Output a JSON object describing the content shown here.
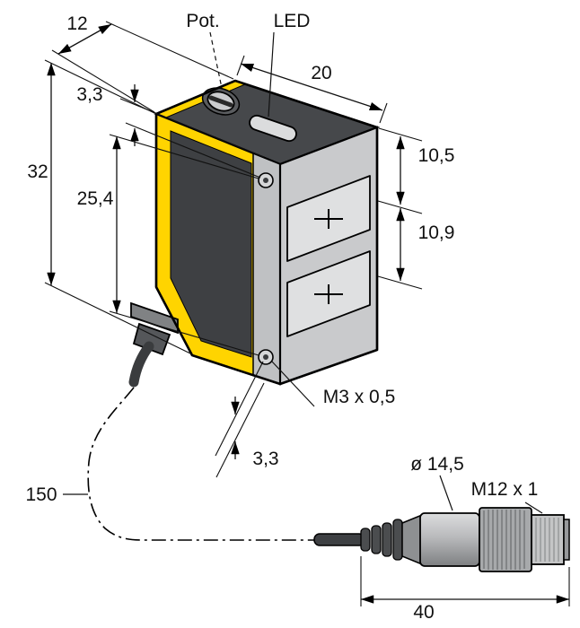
{
  "colors": {
    "housing_yellow": "#FFD400",
    "housing_dark": "#3E4043",
    "top_face_gray": "#46484B",
    "face_gray": "#C9CACC",
    "window_gray": "#DFE0E1",
    "metal_gray": "#A7A9AB",
    "line": "#000000",
    "background": "#FFFFFF"
  },
  "labels": {
    "pot": "Pot.",
    "led": "LED",
    "depth": "12",
    "width": "20",
    "hole_offset_top": "3,3",
    "height": "32",
    "hole_spacing": "25,4",
    "beam_offset": "10,5",
    "beam_spacing": "10,9",
    "mounting_thread": "M3 x 0,5",
    "hole_offset_bottom": "3,3",
    "cable_length": "150",
    "connector_diameter": "ø 14,5",
    "connector_thread": "M12 x 1",
    "connector_length": "40"
  }
}
